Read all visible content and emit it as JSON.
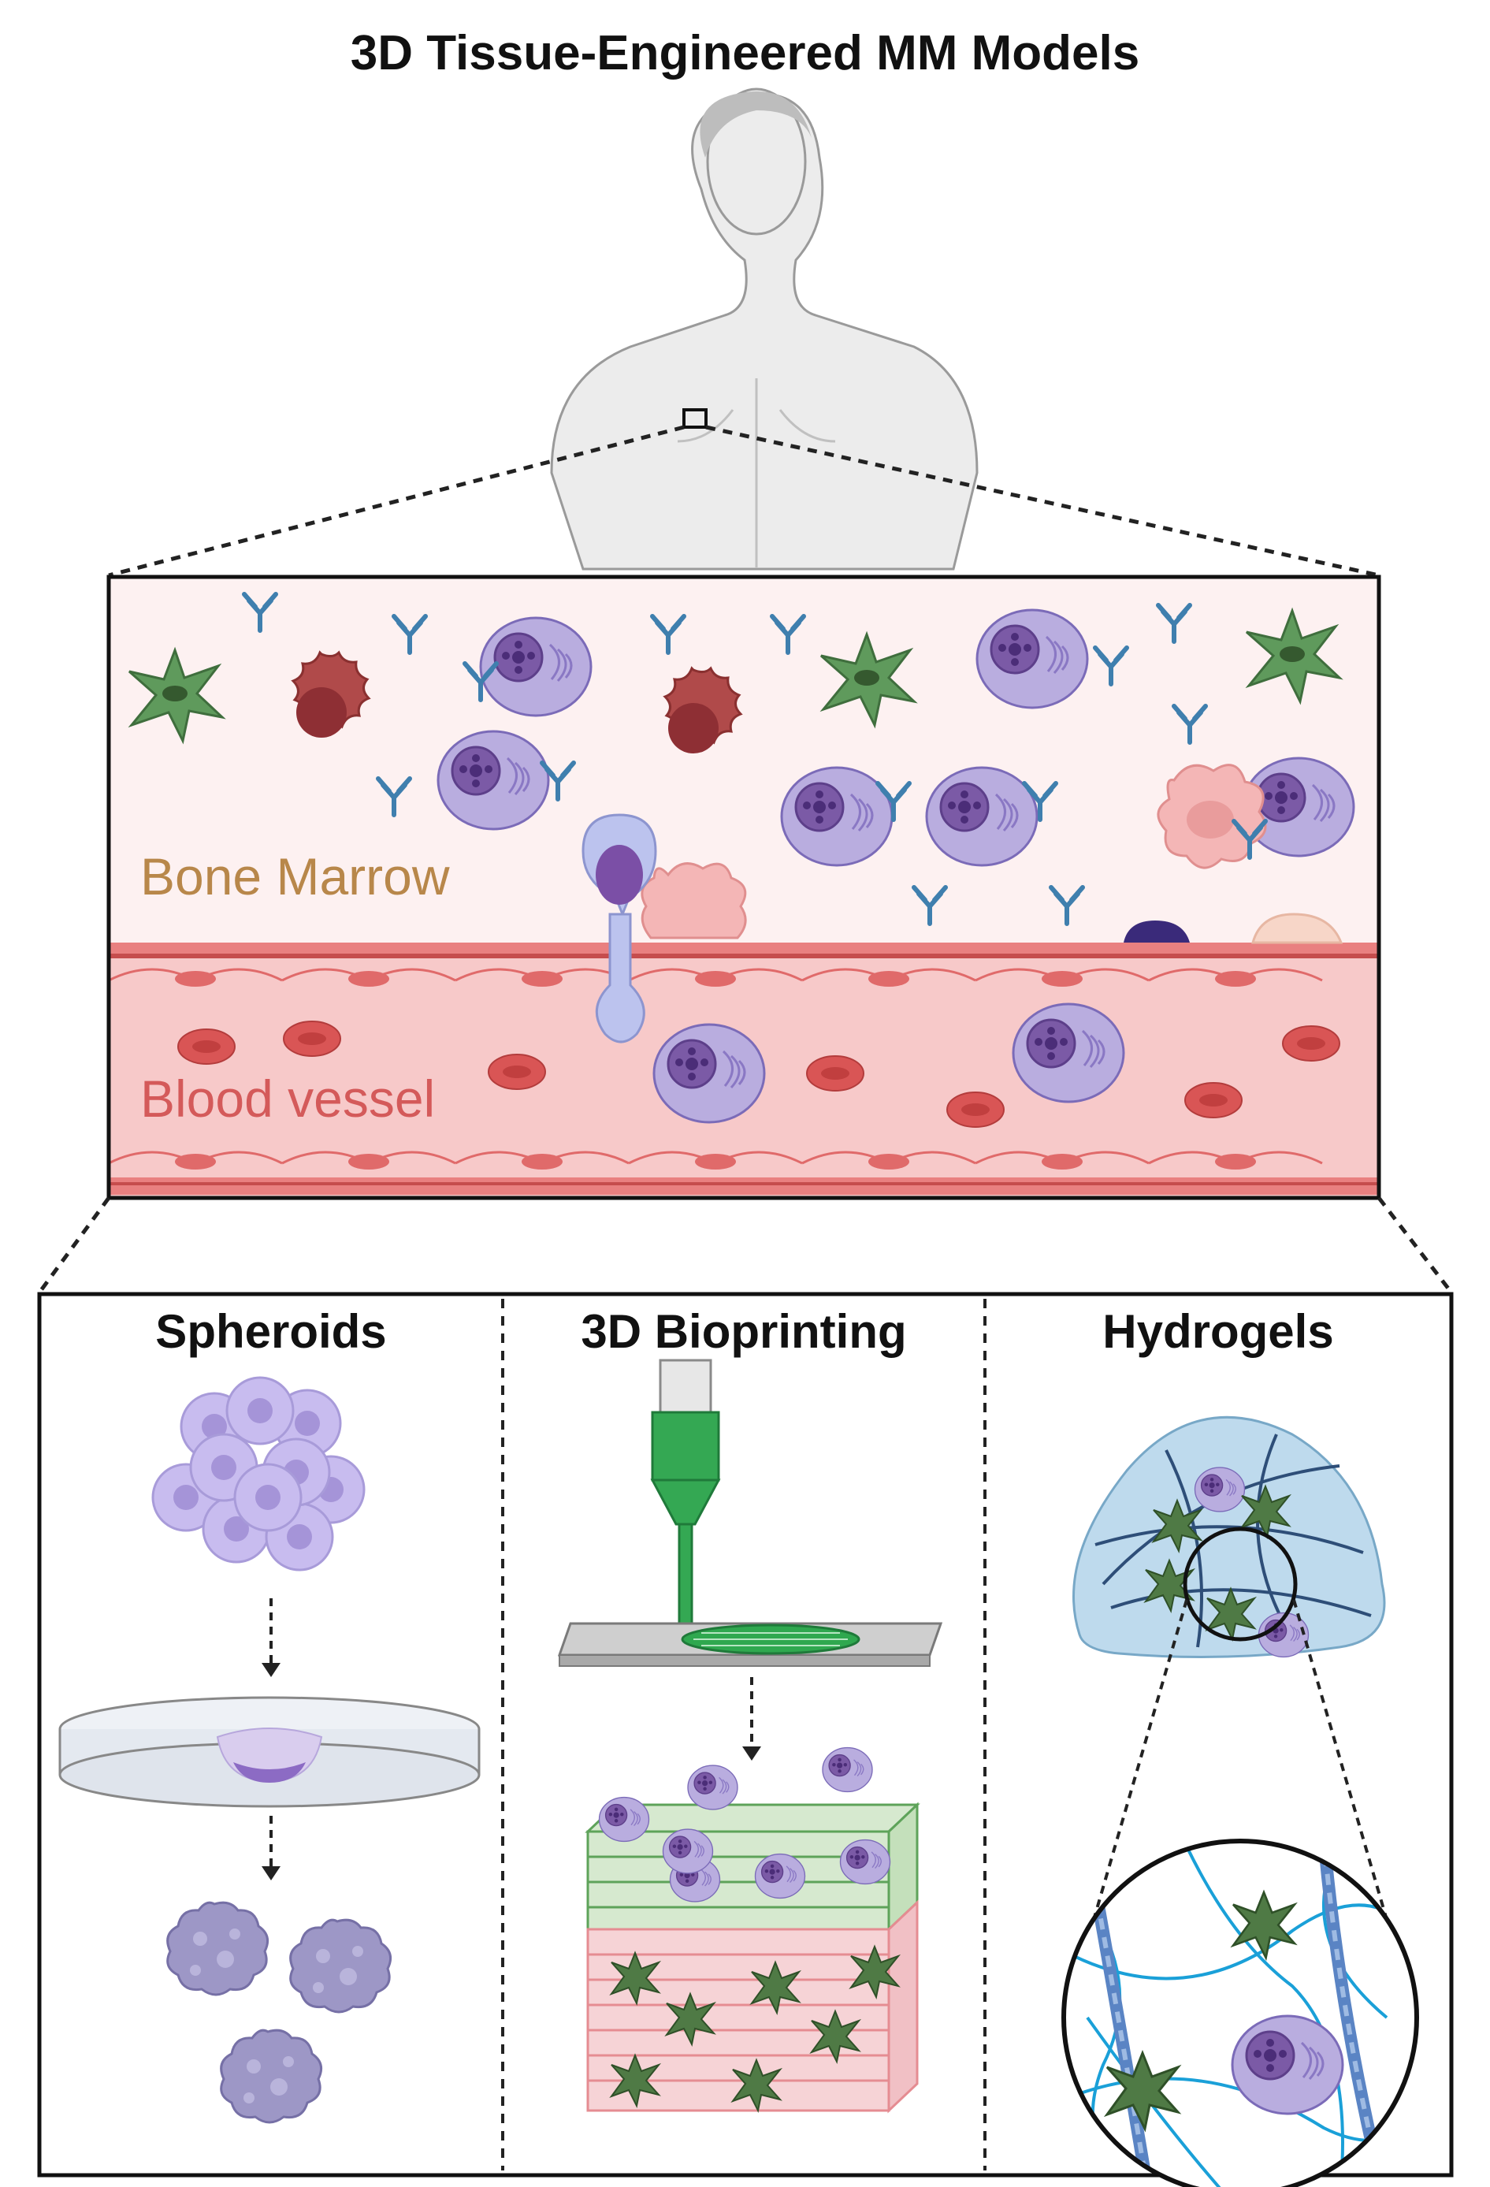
{
  "figure": {
    "title": "3D Tissue-Engineered MM Models"
  },
  "microenvironment": {
    "bone_marrow_label": "Bone Marrow",
    "blood_vessel_label": "Blood vessel",
    "colors": {
      "bone_marrow_bg": "#fdf1f1",
      "bone_marrow_text": "#b8874a",
      "vessel_bg": "#f7c9c9",
      "vessel_wall": "#e06a6a",
      "vessel_text": "#d45a5a",
      "myeloma_cell": "#a99ad8",
      "stromal_cell": "#5f9a5c",
      "osteoclast": "#b04a4a",
      "antibody": "#3f7fae",
      "red_blood_cell": "#d95555"
    }
  },
  "models": {
    "spheroids_label": "Spheroids",
    "bioprinting_label": "3D Bioprinting",
    "hydrogels_label": "Hydrogels"
  }
}
